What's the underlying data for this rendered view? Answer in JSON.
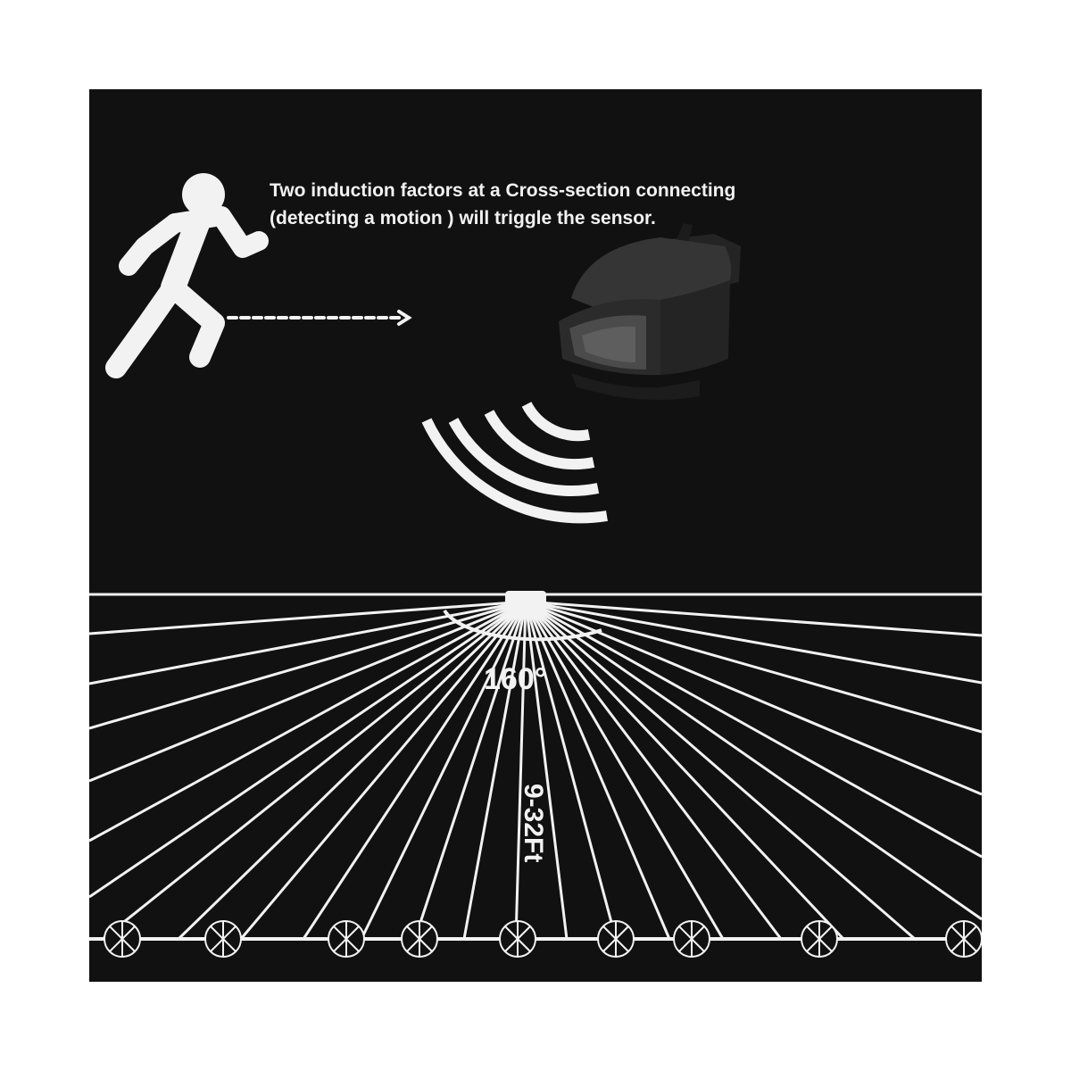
{
  "caption": {
    "line1": "Two induction factors at a Cross-section connecting",
    "line2": "(detecting a motion ) will triggle the sensor."
  },
  "detection": {
    "angle_label": "160°",
    "range_label": "9-32Ft"
  },
  "colors": {
    "background": "#111111",
    "foreground": "#f2f2f2",
    "sensor_body": "#2a2a2a"
  },
  "icons": [
    "running-person-icon",
    "dashed-arrow-icon",
    "pir-sensor-icon",
    "signal-waves-icon",
    "cross-section-node-icon"
  ]
}
